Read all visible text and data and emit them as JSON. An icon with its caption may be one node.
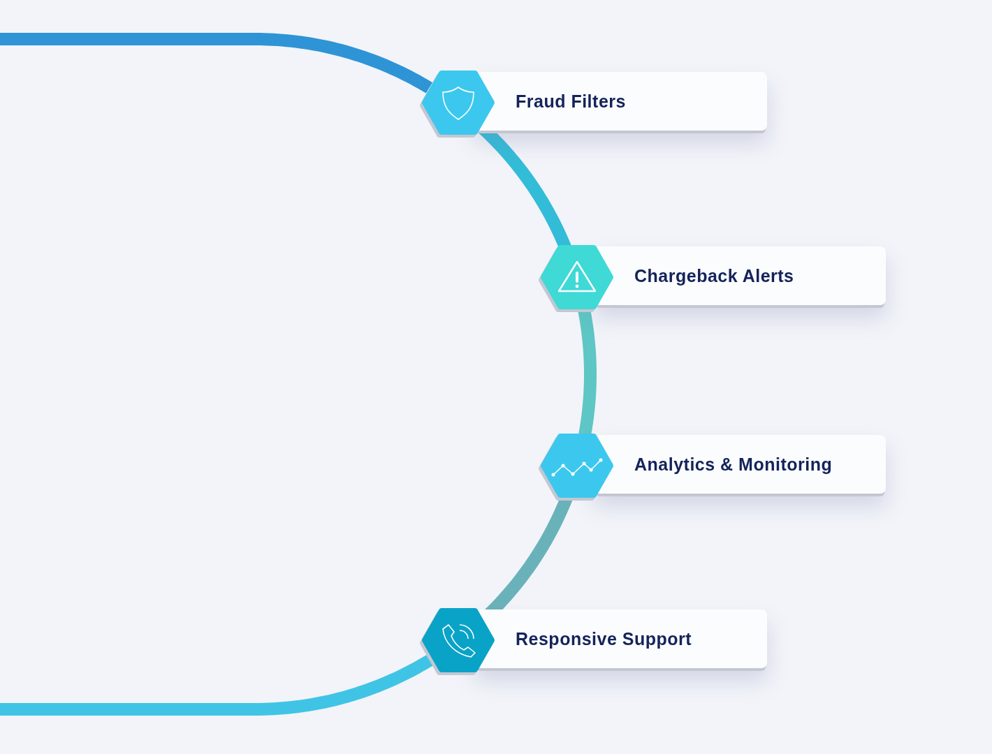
{
  "diagram": {
    "nodes": [
      {
        "text": [
          "Fraud Filters"
        ]
      },
      {
        "text": [
          "Chargeback Alerts"
        ]
      },
      {
        "text": [
          "Analytics & Monitoring"
        ]
      },
      {
        "text": [
          "Responsive Support"
        ]
      }
    ],
    "edges": [
      {
        "from": null,
        "to": 0,
        "arrow": "none",
        "color": "#2e94d6"
      },
      {
        "from": 0,
        "to": 1,
        "arrow": "none",
        "color": "#33bcd8"
      },
      {
        "from": 1,
        "to": 2,
        "arrow": "none",
        "color": "#5ec6c4"
      },
      {
        "from": 2,
        "to": 3,
        "arrow": "none",
        "color": "#6ab2ba"
      },
      {
        "from": 3,
        "to": null,
        "arrow": "none",
        "color": "#40c4e6"
      }
    ]
  }
}
